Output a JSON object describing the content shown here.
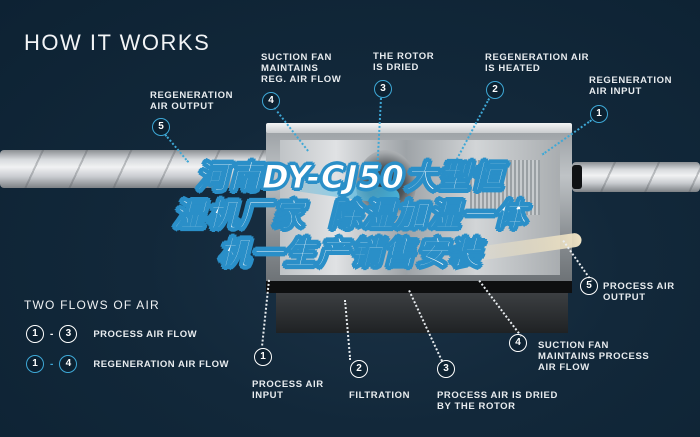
{
  "header": {
    "title": "HOW IT WORKS"
  },
  "overlay_title": {
    "lines": [
      "河南DY-CJ50大型恒",
      "湿机厂家  除湿加湿一体",
      "机一生产销售安装"
    ]
  },
  "colors": {
    "background": "#12283a",
    "regeneration_accent": "#3ea8d6",
    "process_accent": "#ffffff",
    "overlay_stroke": "#2a8fc8"
  },
  "top_callouts": [
    {
      "number": "5",
      "label": "REGENERATION\nAIR OUTPUT",
      "flow": "regeneration"
    },
    {
      "number": "4",
      "label": "SUCTION FAN\nMAINTAINS\nREG. AIR FLOW",
      "flow": "regeneration"
    },
    {
      "number": "3",
      "label": "THE ROTOR\nIS DRIED",
      "flow": "regeneration"
    },
    {
      "number": "2",
      "label": "REGENERATION AIR\nIS HEATED",
      "flow": "regeneration"
    },
    {
      "number": "1",
      "label": "REGENERATION\nAIR INPUT",
      "flow": "regeneration"
    }
  ],
  "bottom_callouts": [
    {
      "number": "1",
      "label": "PROCESS AIR\nINPUT",
      "flow": "process"
    },
    {
      "number": "2",
      "label": "FILTRATION",
      "flow": "process"
    },
    {
      "number": "3",
      "label": "PROCESS AIR IS DRIED\nBY THE ROTOR",
      "flow": "process"
    },
    {
      "number": "4",
      "label": "SUCTION FAN\nMAINTAINS PROCESS\nAIR FLOW",
      "flow": "process"
    },
    {
      "number": "5",
      "label": "PROCESS AIR\nOUTPUT",
      "flow": "process"
    }
  ],
  "legend": {
    "title": "TWO FLOWS OF AIR",
    "rows": [
      {
        "from": "1",
        "dash": "-",
        "to": "3",
        "label": "PROCESS AIR FLOW",
        "style": "white"
      },
      {
        "from": "1",
        "dash": "-",
        "to": "4",
        "label": "REGENERATION AIR FLOW",
        "style": "blue"
      }
    ]
  }
}
